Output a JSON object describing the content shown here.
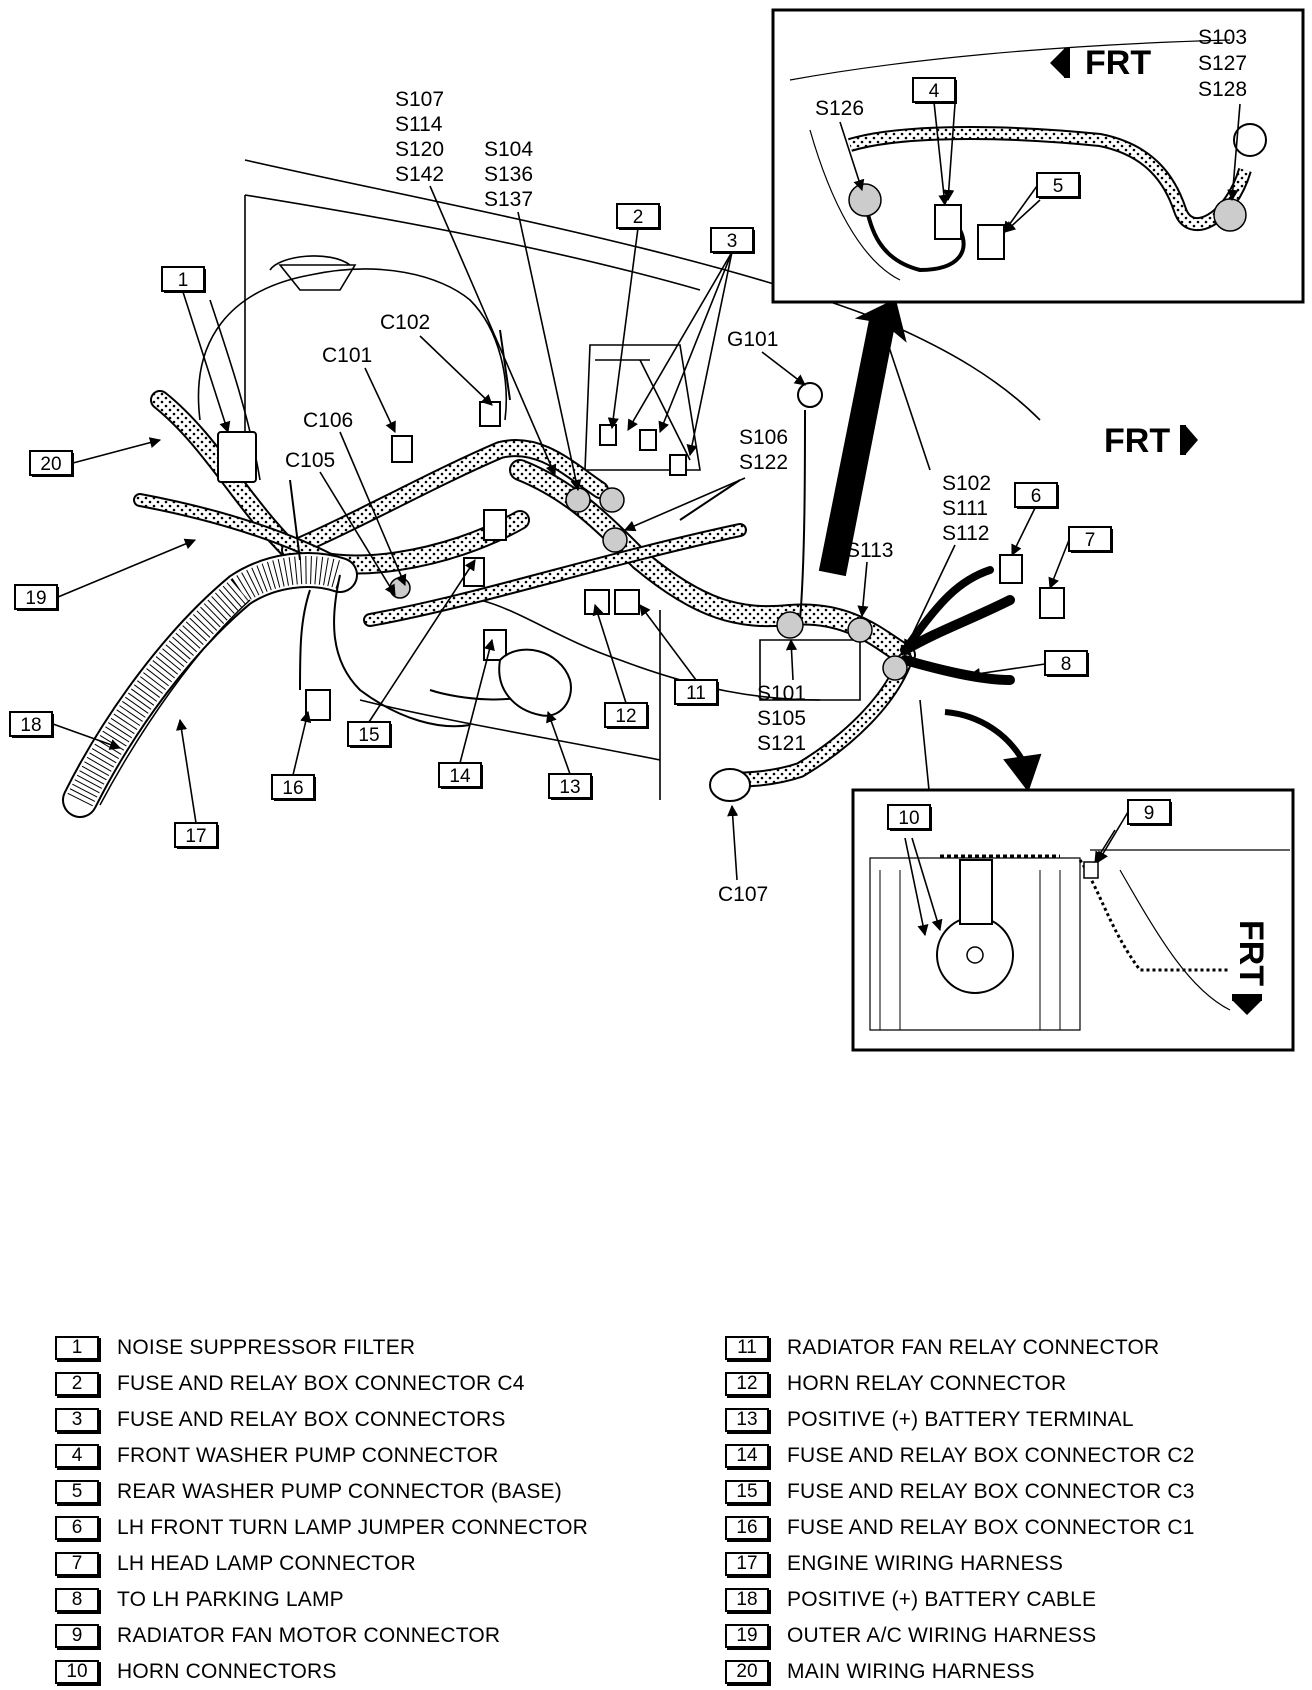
{
  "diagram": {
    "splice_labels": {
      "s107_group": [
        "S107",
        "S114",
        "S120",
        "S142"
      ],
      "s104_group": [
        "S104",
        "S136",
        "S137"
      ],
      "s106_group": [
        "S106",
        "S122"
      ],
      "s102_group": [
        "S102",
        "S111",
        "S112"
      ],
      "s101_group": [
        "S101",
        "S105",
        "S121"
      ],
      "s103_group": [
        "S103",
        "S127",
        "S128"
      ],
      "s113": "S113",
      "s126": "S126"
    },
    "connector_labels": {
      "c101": "C101",
      "c102": "C102",
      "c105": "C105",
      "c106": "C106",
      "c107": "C107",
      "g101": "G101"
    },
    "frt_label": "FRT",
    "callout_numbers": [
      "1",
      "2",
      "3",
      "4",
      "5",
      "6",
      "7",
      "8",
      "9",
      "10",
      "11",
      "12",
      "13",
      "14",
      "15",
      "16",
      "17",
      "18",
      "19",
      "20"
    ]
  },
  "legend": {
    "left": [
      {
        "num": "1",
        "text": "NOISE SUPPRESSOR FILTER"
      },
      {
        "num": "2",
        "text": "FUSE AND RELAY BOX CONNECTOR C4"
      },
      {
        "num": "3",
        "text": "FUSE AND RELAY BOX CONNECTORS"
      },
      {
        "num": "4",
        "text": "FRONT WASHER PUMP CONNECTOR"
      },
      {
        "num": "5",
        "text": "REAR WASHER PUMP CONNECTOR (BASE)"
      },
      {
        "num": "6",
        "text": "LH FRONT TURN LAMP JUMPER CONNECTOR"
      },
      {
        "num": "7",
        "text": "LH HEAD LAMP CONNECTOR"
      },
      {
        "num": "8",
        "text": "TO LH PARKING LAMP"
      },
      {
        "num": "9",
        "text": "RADIATOR FAN MOTOR CONNECTOR"
      },
      {
        "num": "10",
        "text": "HORN CONNECTORS"
      }
    ],
    "right": [
      {
        "num": "11",
        "text": "RADIATOR FAN RELAY CONNECTOR"
      },
      {
        "num": "12",
        "text": "HORN RELAY CONNECTOR"
      },
      {
        "num": "13",
        "text": "POSITIVE (+) BATTERY TERMINAL"
      },
      {
        "num": "14",
        "text": "FUSE AND RELAY BOX CONNECTOR C2"
      },
      {
        "num": "15",
        "text": "FUSE AND RELAY BOX CONNECTOR C3"
      },
      {
        "num": "16",
        "text": "FUSE AND RELAY BOX CONNECTOR C1"
      },
      {
        "num": "17",
        "text": "ENGINE WIRING HARNESS"
      },
      {
        "num": "18",
        "text": "POSITIVE (+) BATTERY CABLE"
      },
      {
        "num": "19",
        "text": "OUTER A/C WIRING HARNESS"
      },
      {
        "num": "20",
        "text": "MAIN WIRING HARNESS"
      }
    ]
  }
}
